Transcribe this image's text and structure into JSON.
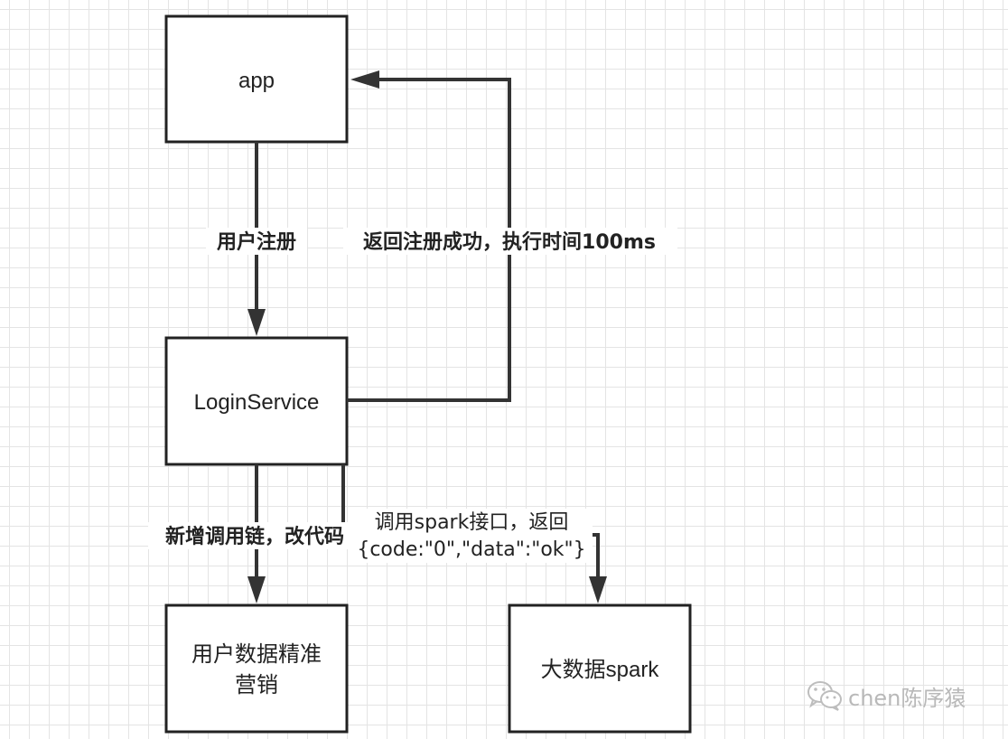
{
  "nodes": {
    "app": {
      "label": "app"
    },
    "login_service": {
      "label": "LoginService"
    },
    "user_data_marketing": {
      "label_line1": "用户数据精准",
      "label_line2": "营销"
    },
    "big_data_spark": {
      "label": "大数据spark"
    }
  },
  "edges": {
    "register": {
      "label": "用户注册"
    },
    "register_result": {
      "label": "返回注册成功，执行时间100ms"
    },
    "new_call_chain": {
      "label": "新增调用链，改代码"
    },
    "spark_call": {
      "label_line1": "调用spark接口，返回",
      "label_line2": "{code:\"0\",\"data\":\"ok\"}"
    }
  },
  "watermark": {
    "text": "chen陈序猿",
    "icon": "wechat-icon"
  }
}
